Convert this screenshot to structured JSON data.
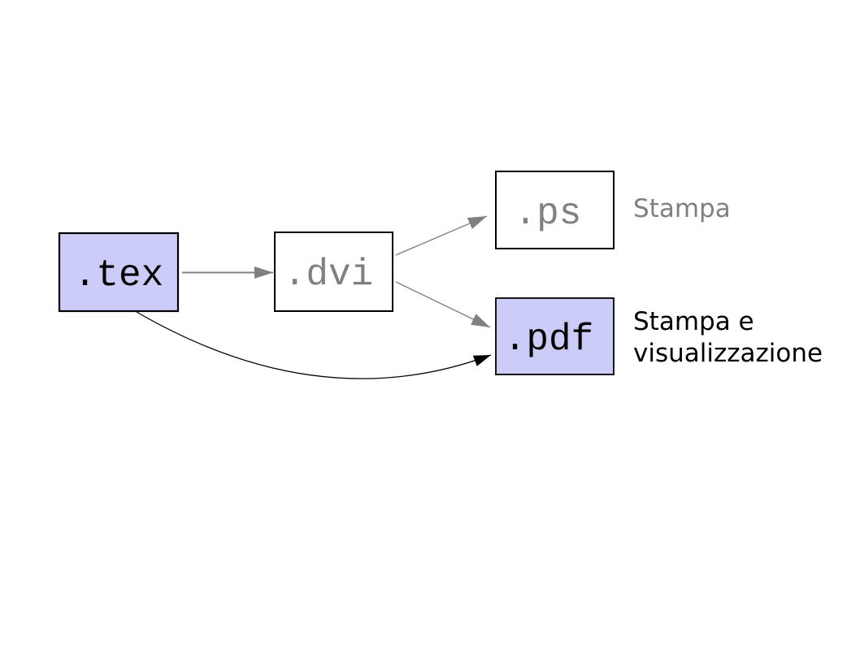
{
  "diagram": {
    "kind": "flowchart",
    "nodes": {
      "tex": {
        "label": ".tex",
        "fill": "#ccccf8",
        "text_color": "#000000"
      },
      "dvi": {
        "label": ".dvi",
        "fill": "#ffffff",
        "text_color": "#808080"
      },
      "ps": {
        "label": ".ps",
        "fill": "#ffffff",
        "text_color": "#808080"
      },
      "pdf": {
        "label": ".pdf",
        "fill": "#ccccf8",
        "text_color": "#000000"
      }
    },
    "annotations": {
      "ps_note": {
        "text": "Stampa",
        "color": "#808080"
      },
      "pdf_note": {
        "line1": "Stampa e",
        "line2": "visualizzazione",
        "color": "#000000"
      }
    },
    "edges": {
      "tex_to_dvi": {
        "from": ".tex",
        "to": ".dvi",
        "color": "#808080",
        "shape": "straight"
      },
      "dvi_to_ps": {
        "from": ".dvi",
        "to": ".ps",
        "color": "#808080",
        "shape": "straight"
      },
      "dvi_to_pdf": {
        "from": ".dvi",
        "to": ".pdf",
        "color": "#808080",
        "shape": "straight"
      },
      "tex_to_pdf": {
        "from": ".tex",
        "to": ".pdf",
        "color": "#000000",
        "shape": "curved"
      }
    },
    "colors": {
      "highlight_fill": "#ccccf8",
      "muted_gray": "#808080",
      "ink": "#000000",
      "background": "#ffffff"
    }
  }
}
